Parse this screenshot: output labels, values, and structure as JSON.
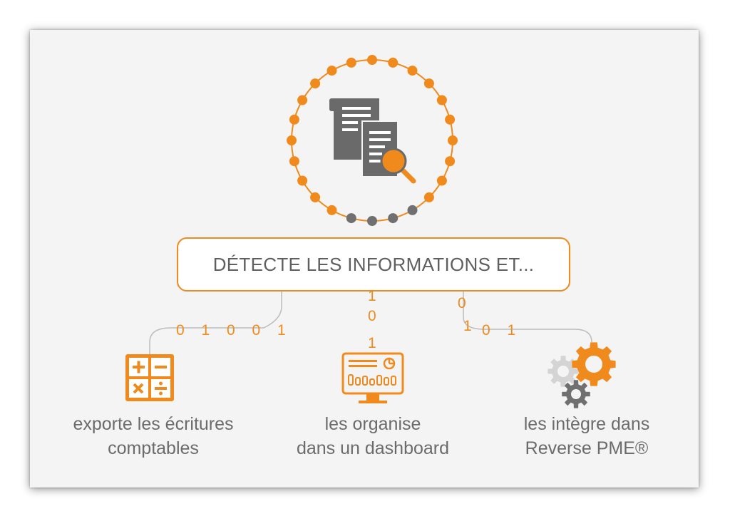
{
  "banner": {
    "text": "DÉTECTE LES INFORMATIONS ET..."
  },
  "binary": {
    "left": "0 1 0 0 1",
    "middle": [
      "1",
      "0",
      "1"
    ],
    "right_top": "0",
    "right_mid": "1",
    "right_row": "0 1"
  },
  "steps": [
    {
      "line1": "exporte les écritures",
      "line2": "comptables",
      "icon": "calculator-icon"
    },
    {
      "line1": "les organise",
      "line2": "dans un dashboard",
      "icon": "dashboard-monitor-icon"
    },
    {
      "line1": "les intègre dans",
      "line2": "Reverse PME®",
      "icon": "gears-icon"
    }
  ],
  "colors": {
    "accent": "#f08a1c",
    "grey": "#707070",
    "light_grey": "#d4d4d4",
    "background": "#f4f4f4"
  },
  "hero_icon": "document-search-icon"
}
